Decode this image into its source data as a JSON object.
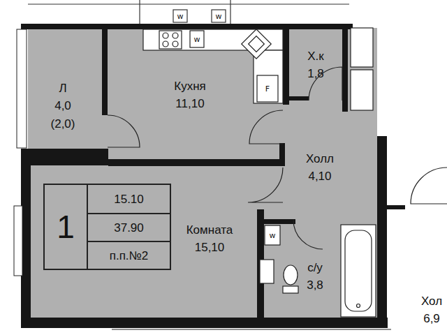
{
  "diagram": {
    "nodes": [
      {
        "text": [
          "Л",
          "4,0",
          "(2,0)"
        ]
      },
      {
        "text": [
          "Кухня",
          "11,10"
        ]
      },
      {
        "text": [
          "Х.к",
          "1,8"
        ]
      },
      {
        "text": [
          "Холл",
          "4,10"
        ]
      },
      {
        "text": [
          "1",
          "15.10",
          "37.90",
          "п.п.№2"
        ]
      },
      {
        "text": [
          "Комната",
          "15,10"
        ]
      },
      {
        "text": [
          "с/у",
          "3,8"
        ]
      },
      {
        "text": [
          "Хол",
          "6,9"
        ]
      }
    ],
    "labels": [
      "w",
      "w",
      "w",
      "F",
      "w"
    ]
  }
}
